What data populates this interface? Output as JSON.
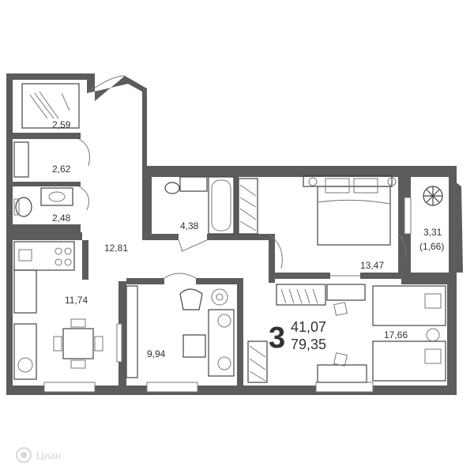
{
  "colors": {
    "wall": "#5c5c5c",
    "floor": "#ffffff",
    "furniture": "#777777",
    "text": "#333333",
    "watermark": "#d8d8d8"
  },
  "summary": {
    "rooms": "3",
    "living_area": "41,07",
    "total_area": "79,35"
  },
  "rooms": {
    "bathroom_top": "2,59",
    "bath_middle": "2,62",
    "toilet": "2,48",
    "hallway": "12,81",
    "bathroom_main": "4,38",
    "bedroom_main": "13,47",
    "balcony": "3,31",
    "balcony_reduced": "(1,66)",
    "kitchen": "11,74",
    "living_room": "9,94",
    "bedroom_kids": "17,66"
  },
  "watermark": {
    "icon": "target-icon",
    "text": "Циан"
  }
}
